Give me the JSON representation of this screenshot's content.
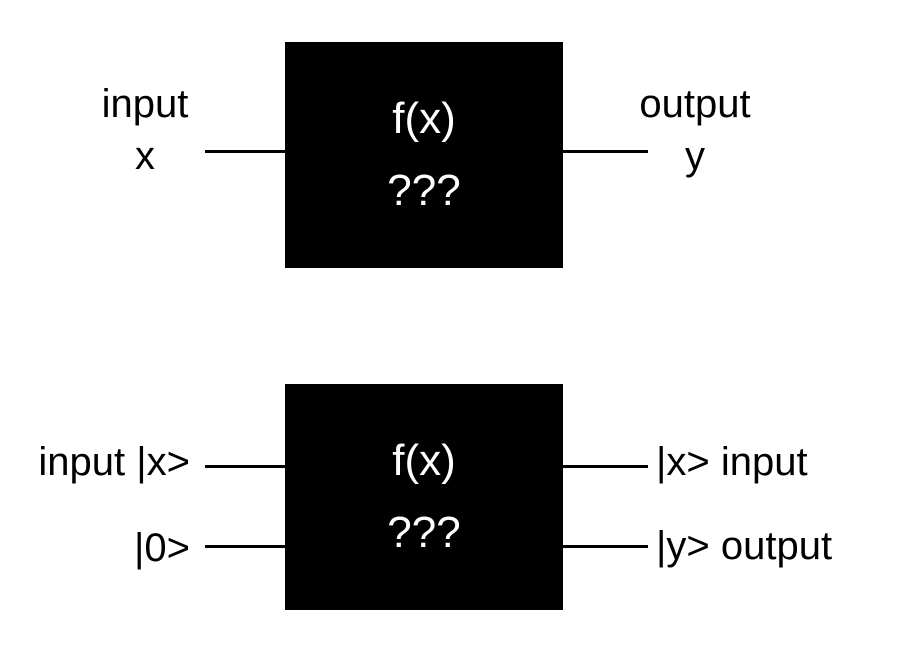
{
  "classical": {
    "box": {
      "function": "f(x)",
      "unknown": "???"
    },
    "input": {
      "label": "input",
      "var": "x"
    },
    "output": {
      "label": "output",
      "var": "y"
    }
  },
  "quantum": {
    "box": {
      "function": "f(x)",
      "unknown": "???"
    },
    "inputs": [
      {
        "text": "input |x>"
      },
      {
        "text": "|0>"
      }
    ],
    "outputs": [
      {
        "text": "|x>  input"
      },
      {
        "text": "|y> output"
      }
    ]
  },
  "colors": {
    "box": "#000000",
    "box_text": "#ffffff",
    "line": "#000000",
    "text": "#000000"
  }
}
